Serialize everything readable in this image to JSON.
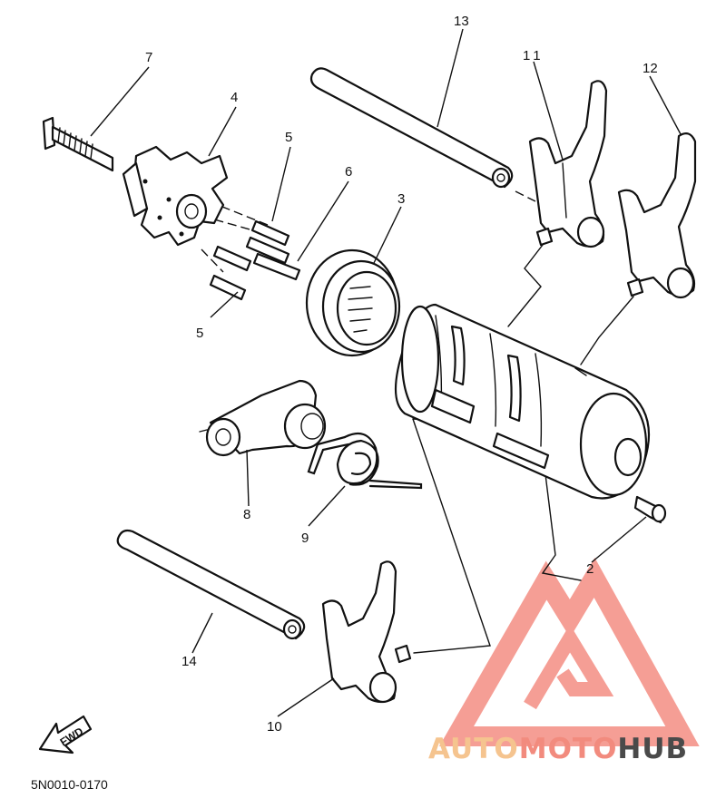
{
  "diagram": {
    "callouts": {
      "c2": "2",
      "c3": "3",
      "c4": "4",
      "c5a": "5",
      "c5b": "5",
      "c6": "6",
      "c7": "7",
      "c8": "8",
      "c9": "9",
      "c10": "10",
      "c11": "11",
      "c12": "12",
      "c13": "13",
      "c14": "14"
    },
    "drawing_code": "5N0010-0170",
    "fwd_label": "FWD"
  },
  "watermark": {
    "auto": "AUTO",
    "moto": "MOTO",
    "hub": "HUB",
    "colors": {
      "auto": "#f5c48f",
      "moto": "#f28b7e",
      "hub": "#4a4a4a",
      "logo": "#f4948a"
    }
  }
}
